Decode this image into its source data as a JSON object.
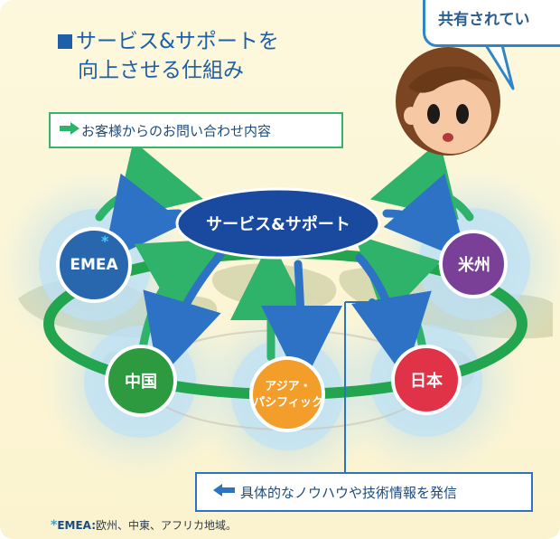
{
  "title": {
    "line1": "サービス&サポートを",
    "line2": "向上させる仕組み"
  },
  "speech_bubble": {
    "text": "共有されてい"
  },
  "callouts": {
    "inquiries": "お客様からのお問い合わせ内容",
    "knowhow": "具体的なノウハウや技術情報を発信"
  },
  "hub": {
    "label": "サービス&サポート",
    "color": "#1a4aa0"
  },
  "regions": {
    "emea": {
      "label": "EMEA",
      "color": "#2867ae",
      "marker": "*"
    },
    "us": {
      "label": "米州",
      "color": "#7a3f97"
    },
    "china": {
      "label": "中国",
      "color": "#2e9a3f"
    },
    "apac": {
      "label_line1": "アジア・",
      "label_line2": "パシフィック",
      "color": "#f39d2a"
    },
    "japan": {
      "label": "日本",
      "color": "#e13347"
    }
  },
  "footnote": {
    "asterisk": "*",
    "term": "EMEA",
    "separator": ":",
    "definition": "欧州、中東、アフリカ地域。"
  },
  "colors": {
    "green_arrow": "#2fb26a",
    "blue_arrow": "#2d72c4",
    "ring": "#23a44e",
    "background": "#fbf3cf"
  }
}
